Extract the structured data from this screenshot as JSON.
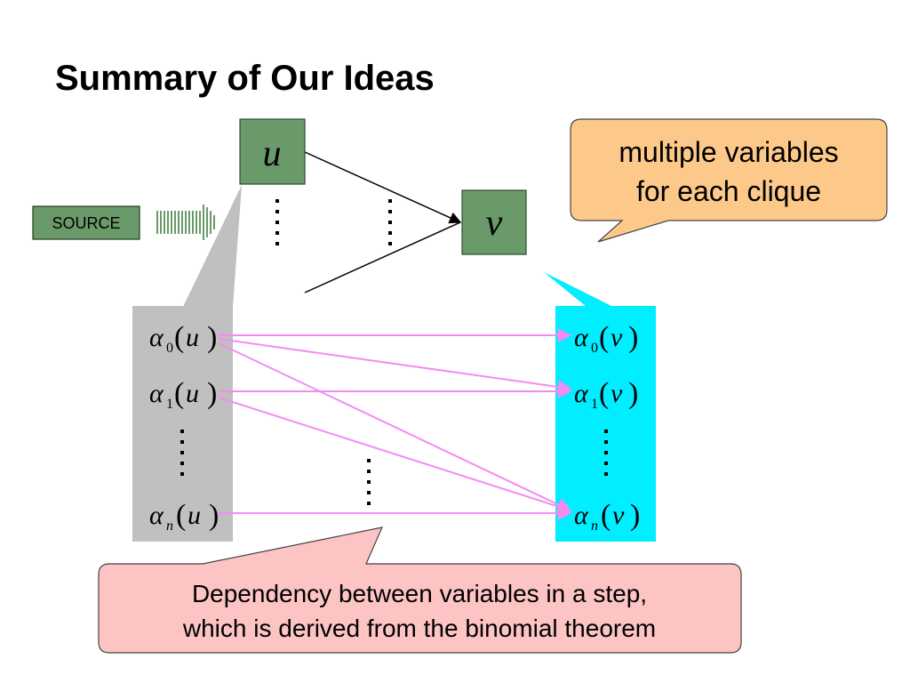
{
  "title": "Summary of Our Ideas",
  "nodes": {
    "u": "u",
    "v": "v",
    "source": "SOURCE"
  },
  "variables": {
    "alpha": "α",
    "sub0": "0",
    "sub1": "1",
    "subn": "n",
    "u": "u",
    "v": "v",
    "lparen": "(",
    "rparen": ")"
  },
  "callouts": {
    "top_line1": "multiple variables",
    "top_line2": "for each clique",
    "bottom_line1": "Dependency between variables in a step,",
    "bottom_line2": "which is derived from the binomial theorem"
  },
  "colors": {
    "node_green": "#6a9a6a",
    "left_column": "#c0c0c0",
    "right_column": "#00eeff",
    "arrow_pink": "#f28cf2",
    "callout_orange": "#fdc98a",
    "callout_pink": "#fdc4c4"
  }
}
